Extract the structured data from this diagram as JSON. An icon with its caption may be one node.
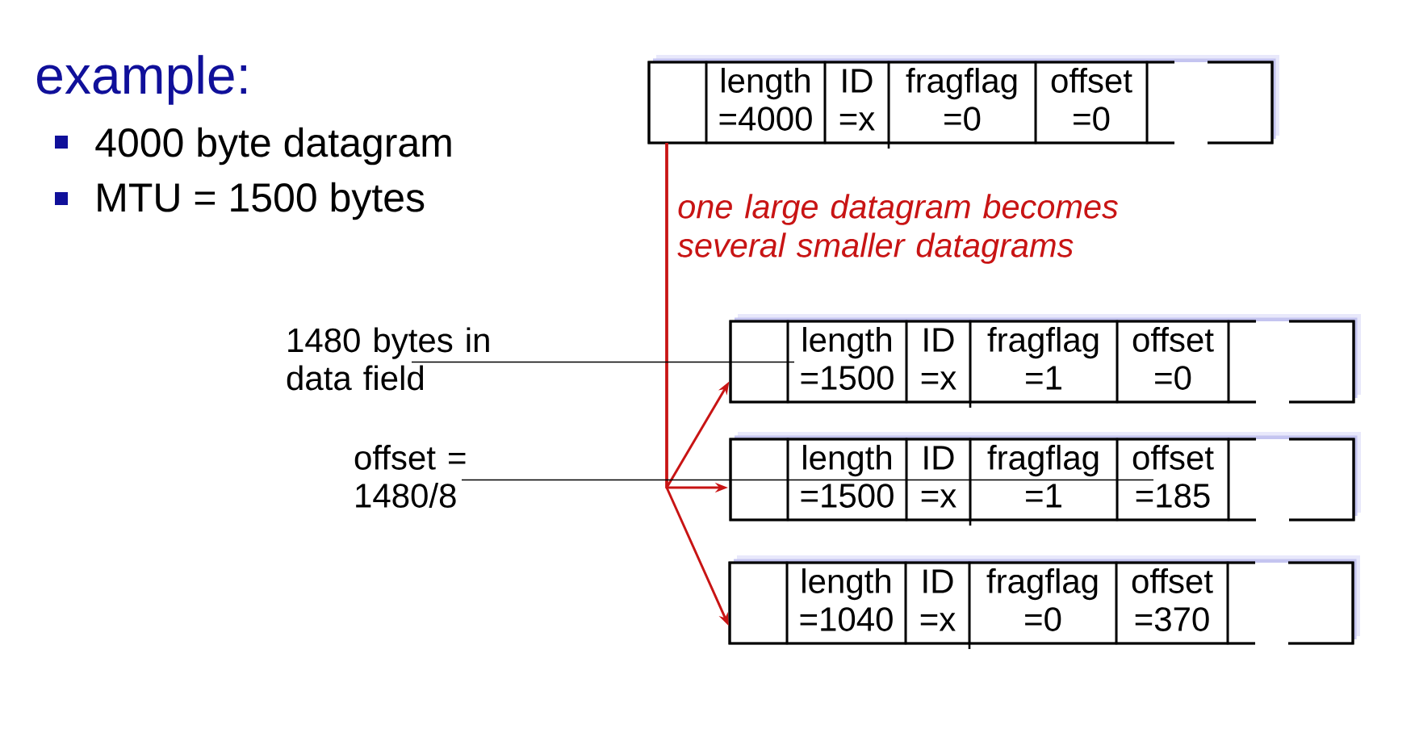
{
  "diagram": {
    "title": "example:",
    "nodes": [
      {
        "text": [],
        "shape": "box"
      },
      {
        "text": [],
        "shape": "box",
        "in": 0
      },
      {
        "text": [
          "length =4000"
        ],
        "in": 0
      },
      {
        "text": [
          "ID =x"
        ],
        "in": 0
      },
      {
        "text": [
          "fragflag =0"
        ],
        "in": 0
      },
      {
        "text": [
          "offset =0"
        ],
        "in": 0
      },
      {
        "text": [],
        "shape": "box",
        "in": 0
      },
      {
        "text": [
          "1480 bytes in data field"
        ]
      },
      {
        "text": [],
        "shape": "box"
      },
      {
        "text": [],
        "shape": "box",
        "in": 8
      },
      {
        "text": [
          "length =1500"
        ],
        "in": 8
      },
      {
        "text": [
          "ID =x"
        ],
        "in": 8
      },
      {
        "text": [
          "fragflag =1"
        ],
        "in": 8
      },
      {
        "text": [
          "offset =0"
        ],
        "in": 8
      },
      {
        "text": [],
        "shape": "box",
        "in": 8
      },
      {
        "text": [
          "offset = 1480/8"
        ]
      },
      {
        "text": [],
        "shape": "box"
      },
      {
        "text": [],
        "shape": "box",
        "in": 16
      },
      {
        "text": [
          "length =1500"
        ],
        "in": 16
      },
      {
        "text": [
          "ID =x"
        ],
        "in": 16
      },
      {
        "text": [
          "fragflag =1"
        ],
        "in": 16
      },
      {
        "text": [
          "offset =185"
        ],
        "in": 16
      },
      {
        "text": [],
        "shape": "box",
        "in": 16
      },
      {
        "text": [],
        "shape": "box"
      },
      {
        "text": [],
        "shape": "box",
        "in": 23
      },
      {
        "text": [
          "length =1040"
        ],
        "in": 23
      },
      {
        "text": [
          "ID =x"
        ],
        "in": 23
      },
      {
        "text": [
          "fragflag =0"
        ],
        "in": 23
      },
      {
        "text": [
          "offset =370"
        ],
        "in": 23
      },
      {
        "text": [],
        "shape": "box",
        "in": 23
      }
    ],
    "edges": [
      {
        "from": 0,
        "to": 8,
        "arrow": "to",
        "color": "#c81414"
      },
      {
        "from": 0,
        "to": 16,
        "arrow": "to",
        "color": "#c81414"
      },
      {
        "from": 0,
        "to": 23,
        "arrow": "to",
        "color": "#c81414"
      },
      {
        "from": 7,
        "to": 10,
        "arrow": "none",
        "color": "#000000"
      },
      {
        "from": 15,
        "to": 21,
        "arrow": "none",
        "color": "#000000"
      }
    ],
    "labels": [
      "4000 byte datagram",
      "MTU = 1500 bytes",
      "one large datagram becomes several smaller datagrams"
    ]
  }
}
